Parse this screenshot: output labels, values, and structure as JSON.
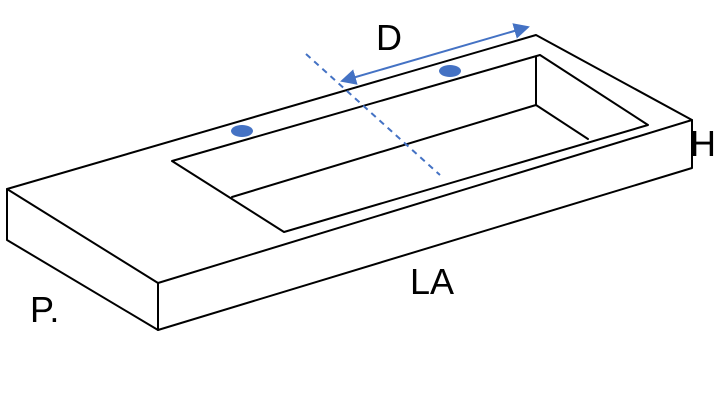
{
  "labels": {
    "depth": "D",
    "height": "H",
    "length": "LA",
    "width": "P."
  },
  "colors": {
    "outline": "#000000",
    "dimension": "#4472c4",
    "faucet_hole": "#4472c4"
  }
}
